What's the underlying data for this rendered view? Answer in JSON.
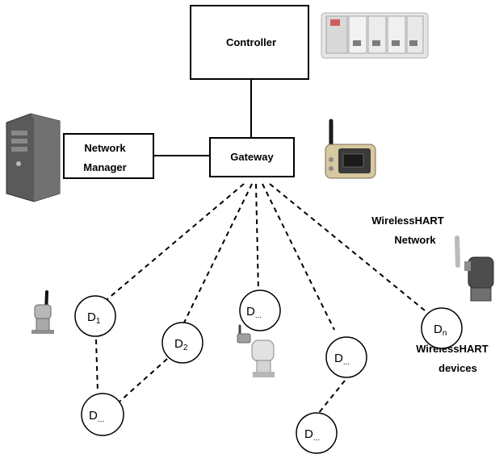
{
  "boxes": {
    "controller": "Controller",
    "network_manager_line1": "Network",
    "network_manager_line2": "Manager",
    "gateway": "Gateway"
  },
  "labels": {
    "network_line1": "WirelessHART",
    "network_line2": "Network",
    "devices_line1": "WirelessHART",
    "devices_line2": "devices"
  },
  "nodes": {
    "d1": {
      "base": "D",
      "sub": "1"
    },
    "d2": {
      "base": "D",
      "sub": "2"
    },
    "dn": {
      "base": "D",
      "sub": "n"
    },
    "d_mid": {
      "base": "D",
      "sub": "..."
    },
    "d_right": {
      "base": "D",
      "sub": "..."
    },
    "d_left_bottom": {
      "base": "D",
      "sub": "..."
    },
    "d_right_bottom": {
      "base": "D",
      "sub": "..."
    }
  },
  "images": {
    "controller_hardware": "plc-controller-icon",
    "server": "server-tower-icon",
    "gateway_hardware": "wireless-gateway-icon",
    "device_left": "wireless-transmitter-icon",
    "device_mid": "wireless-transmitter-icon",
    "device_right": "wireless-transmitter-icon"
  }
}
